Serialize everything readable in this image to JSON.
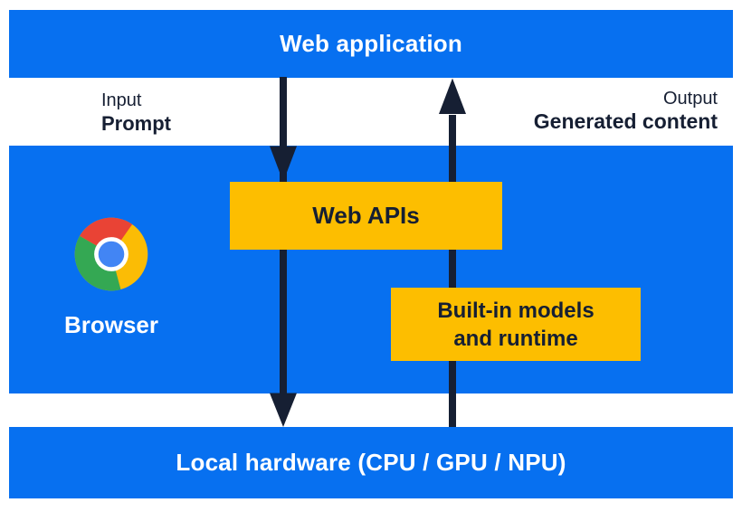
{
  "palette": {
    "section_blue": "#0770F0",
    "box_yellow": "#FDBE00",
    "ink_navy": "#161F33",
    "text_white": "#FFFFFF",
    "chrome_red": "#E94335",
    "chrome_yellow": "#FBBC05",
    "chrome_green": "#34A853",
    "chrome_blue": "#4285F4"
  },
  "top_bar": {
    "label": "Web application"
  },
  "io_labels": {
    "input_title": "Input",
    "input_value": "Prompt",
    "output_title": "Output",
    "output_value": "Generated content"
  },
  "browser_section": {
    "label": "Browser",
    "logo_icon": "chrome-logo-icon"
  },
  "boxes": {
    "web_apis_label": "Web APIs",
    "builtin_line1": "Built-in models",
    "builtin_line2": "and runtime"
  },
  "bottom_bar": {
    "label": "Local hardware (CPU / GPU / NPU)"
  },
  "arrows": {
    "down_flow": "prompt-down-arrow",
    "up_flow": "generated-content-up-arrow"
  }
}
